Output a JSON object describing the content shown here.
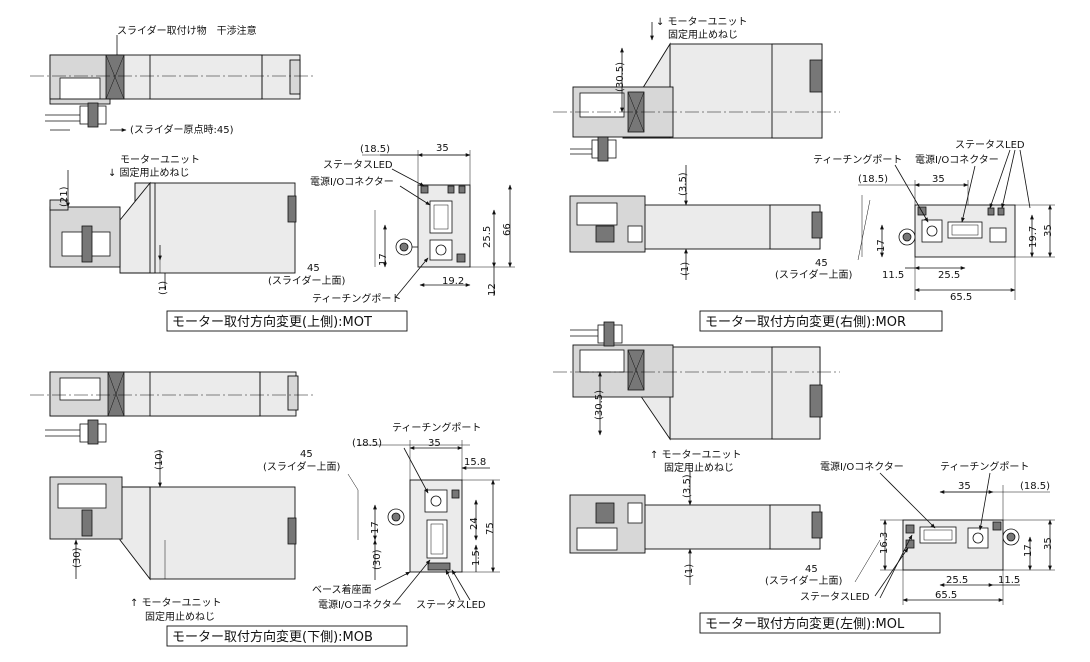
{
  "mot": {
    "note_slider": "スライダー取付け物　干渉注意",
    "note_origin": "(スライダー原点時:45)",
    "motor_note_1": "モーターユニット",
    "motor_note_2": "↓ 固定用止めねじ",
    "d21": "(21)",
    "d1": "(1)",
    "d18_5": "(18.5)",
    "d35": "35",
    "status_led": "ステータスLED",
    "power_io": "電源I/Oコネクター",
    "teaching_port": "ティーチングポート",
    "d17": "17",
    "d45": "45",
    "slider_top": "(スライダー上面)",
    "d25_5": "25.5",
    "d66": "66",
    "d19_2": "19.2",
    "d12": "12",
    "caption": "モーター取付方向変更(上側):MOT"
  },
  "mor": {
    "motor_note_1": "↓ モーターユニット",
    "motor_note_2": "固定用止めねじ",
    "d30_5": "(30.5)",
    "d3_5": "(3.5)",
    "d1": "(1)",
    "d17": "17",
    "d45": "45",
    "slider_top": "(スライダー上面)",
    "teaching_port": "ティーチングポート",
    "power_io": "電源I/Oコネクター",
    "status_led": "ステータスLED",
    "d18_5": "(18.5)",
    "d35": "35",
    "d11_5": "11.5",
    "d25_5": "25.5",
    "d19_7": "19.7",
    "d35b": "35",
    "d65_5": "65.5",
    "caption": "モーター取付方向変更(右側):MOR"
  },
  "mob": {
    "d10": "(10)",
    "d30": "(30)",
    "motor_note_1": "↑ モーターユニット",
    "motor_note_2": "固定用止めねじ",
    "d45": "45",
    "slider_top": "(スライダー上面)",
    "teaching_port": "ティーチングポート",
    "d18_5": "(18.5)",
    "d35": "35",
    "d15_8": "15.8",
    "d17": "17",
    "d30b": "(30)",
    "d24": "24",
    "d75": "75",
    "d1_5": "1.5",
    "base_mount": "ベース着座面",
    "power_io": "電源I/Oコネクター",
    "status_led": "ステータスLED",
    "caption": "モーター取付方向変更(下側):MOB"
  },
  "mol": {
    "d30_5": "(30.5)",
    "motor_note_1": "↑ モーターユニット",
    "motor_note_2": "固定用止めねじ",
    "d3_5": "(3.5)",
    "d1": "(1)",
    "d45": "45",
    "slider_top": "(スライダー上面)",
    "power_io": "電源I/Oコネクター",
    "teaching_port": "ティーチングポート",
    "d35": "35",
    "d18_5": "(18.5)",
    "d16_3": "16.3",
    "d17": "17",
    "d35b": "35",
    "d25_5": "25.5",
    "d11_5": "11.5",
    "status_led": "ステータスLED",
    "d65_5": "65.5",
    "caption": "モーター取付方向変更(左側):MOL"
  }
}
